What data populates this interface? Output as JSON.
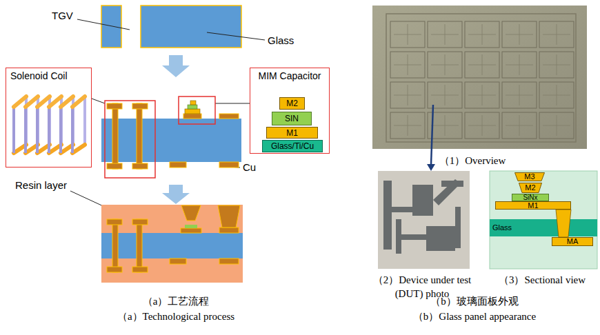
{
  "diagram": {
    "nodes": [
      {
        "text": [
          "Solenoid Coil"
        ]
      },
      {
        "text": [
          "MIM Capacitor"
        ]
      },
      {
        "text": [
          "M2"
        ],
        "in": 1
      },
      {
        "text": [
          "SIN"
        ],
        "in": 1
      },
      {
        "text": [
          "M1"
        ],
        "in": 1
      },
      {
        "text": [
          "Glass/Ti/Cu"
        ],
        "in": 1
      },
      {
        "text": [
          "M3"
        ]
      },
      {
        "text": [
          "M2"
        ]
      },
      {
        "text": [
          "SiNx"
        ]
      },
      {
        "text": [
          "M1"
        ]
      },
      {
        "text": [
          "Glass"
        ]
      },
      {
        "text": [
          "MA"
        ]
      }
    ],
    "labels": [
      "TGV",
      "Glass",
      "Cu",
      "Resin layer",
      "（1）Overview",
      "（2）Device under test (DUT) photo",
      "（3）Sectional view",
      "（a）工艺流程",
      "（a）Technological process",
      "（b）玻璃面板外观",
      "（b）Glass panel appearance"
    ]
  }
}
